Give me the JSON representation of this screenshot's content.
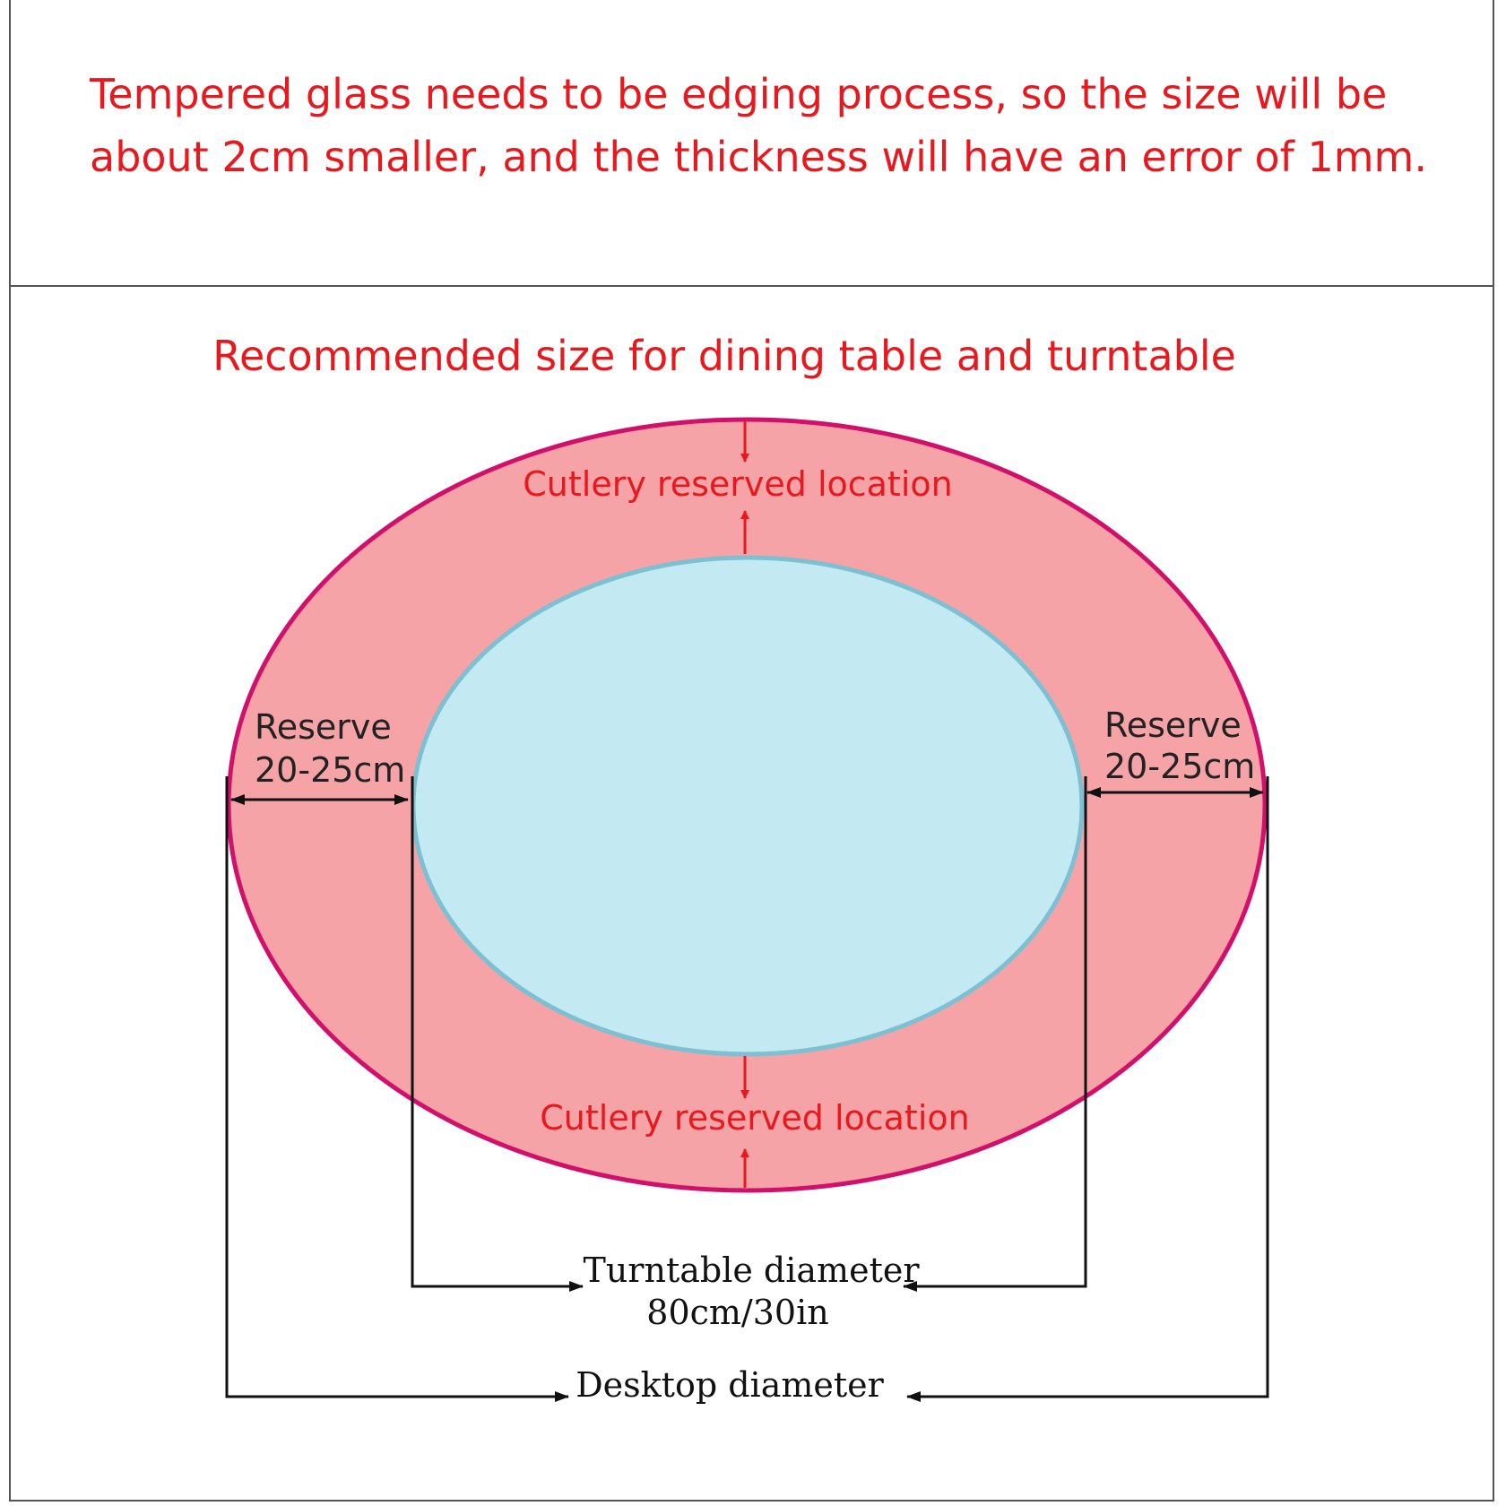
{
  "notice": {
    "line1": "Tempered glass needs to be edging process, so the size will be",
    "line2": "about 2cm smaller, and the thickness will have an error of 1mm."
  },
  "diagram": {
    "title": "Recommended size for dining table and turntable",
    "cutlery_top": "Cutlery reserved location",
    "cutlery_bottom": "Cutlery reserved location",
    "reserve_left_line1": "Reserve",
    "reserve_left_line2": "20-25cm",
    "reserve_right_line1": "Reserve",
    "reserve_right_line2": "20-25cm",
    "turntable_label_line1": "Turntable diameter",
    "turntable_label_line2": "80cm/30in",
    "desktop_label": "Desktop diameter"
  },
  "colors": {
    "red_text": "#e8191e",
    "table_fill": "#f5a3a6",
    "table_stroke": "#d0106a",
    "turntable_fill": "#c3e9f2",
    "turntable_stroke": "#7cc0d2"
  }
}
